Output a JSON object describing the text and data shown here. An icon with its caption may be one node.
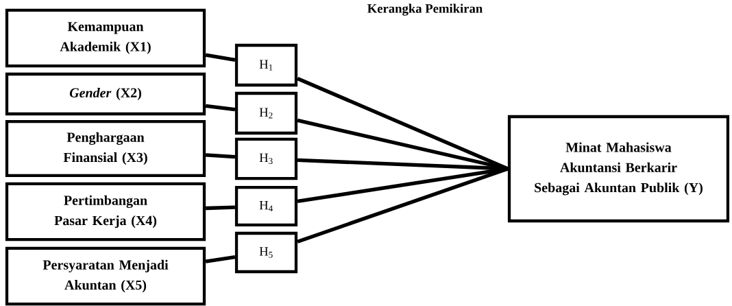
{
  "diagram": {
    "title": "Kerangka Pemikiran",
    "nodes": [
      {
        "text": [
          "Kemampuan Akademik (X1)"
        ]
      },
      {
        "text": [
          "*Gender* (X2)"
        ]
      },
      {
        "text": [
          "Penghargaan Finansial (X3)"
        ]
      },
      {
        "text": [
          "Pertimbangan Pasar Kerja (X4)"
        ]
      },
      {
        "text": [
          "Persyaratan Menjadi Akuntan (X5)"
        ]
      },
      {
        "text": [
          "H$_{1}$"
        ]
      },
      {
        "text": [
          "H$_{2}$"
        ]
      },
      {
        "text": [
          "H$_{3}$"
        ]
      },
      {
        "text": [
          "H$_{4}$"
        ]
      },
      {
        "text": [
          "H$_{5}$"
        ]
      },
      {
        "text": [
          "Minat Mahasiswa Akuntansi Berkarir Sebagai Akuntan Publik (Y)"
        ]
      }
    ],
    "edges": [
      {
        "from": 0,
        "to": 5,
        "arrow": "none"
      },
      {
        "from": 1,
        "to": 6,
        "arrow": "none"
      },
      {
        "from": 2,
        "to": 7,
        "arrow": "none"
      },
      {
        "from": 3,
        "to": 8,
        "arrow": "none"
      },
      {
        "from": 4,
        "to": 9,
        "arrow": "none"
      },
      {
        "from": 5,
        "to": 10,
        "arrow": "none"
      },
      {
        "from": 6,
        "to": 10,
        "arrow": "none"
      },
      {
        "from": 7,
        "to": 10,
        "arrow": "none"
      },
      {
        "from": 8,
        "to": 10,
        "arrow": "none"
      },
      {
        "from": 9,
        "to": 10,
        "arrow": "none"
      }
    ]
  }
}
